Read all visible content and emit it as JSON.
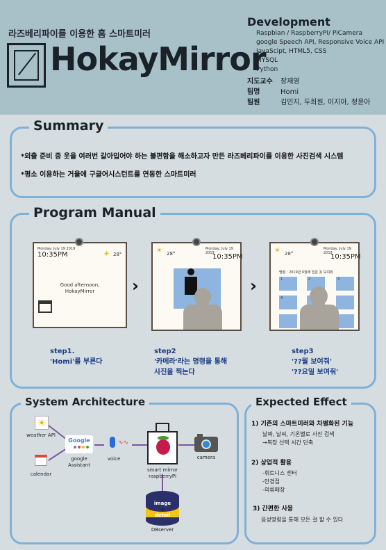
{
  "header": {
    "subtitle": "라즈베리파이를 이용한 홈 스마트미러",
    "title": "HokayMirror",
    "development_title": "Development",
    "development_items": [
      "Raspbian / RaspberryPI/ PiCamera",
      "google Speech API, Responsive Voice API",
      "JavaScipt, HTML5, CSS",
      "MYSQL",
      "Python"
    ],
    "team": [
      {
        "role": "지도교수",
        "name": "장재영"
      },
      {
        "role": "팀명",
        "name": "Homi"
      },
      {
        "role": "팀원",
        "name": "김민지, 두희원, 이지아, 정윤아"
      }
    ]
  },
  "summary": {
    "title": "Summary",
    "lines": [
      "*외출 준비 중 옷을 여러번 갈아입어야 하는 불편함을 해소하고자 만든 라즈베리파이를 이용한 사진검색 시스템",
      "*평소 이용하는 거울에 구글어시스턴트를 연동한 스마트미러"
    ]
  },
  "manual": {
    "title": "Program Manual",
    "panel1": {
      "date": "Monday, July 19 2019",
      "time": "10:35PM",
      "temp": "28°",
      "greeting1": "Good afternoon,",
      "greeting2": "HokayMirror"
    },
    "panel2": {
      "date": "Monday, July 19 2019",
      "time": "10:35PM",
      "temp": "28°"
    },
    "panel3": {
      "date": "Monday, July 19 2019",
      "time": "10:35PM",
      "temp": "28°",
      "caption": "명령 : 2019년 6월에 입은 옷 보여줘",
      "nums": [
        "1",
        "2",
        "3",
        "4"
      ]
    },
    "steps": [
      {
        "line1": "step1.",
        "line2": "'Homi'를 부른다",
        "line3": ""
      },
      {
        "line1": "step2",
        "line2": "'카메라'라는 명령을 통해",
        "line3": "사진을 찍는다"
      },
      {
        "line1": "step3",
        "line2": "'??월 보여줘'",
        "line3": "'??요일 보여줘'"
      }
    ],
    "arrow": "›"
  },
  "architecture": {
    "title": "System Architecture",
    "weather": "weather API",
    "calendar": "calendar",
    "google_logo": "Google",
    "google1": "google",
    "google2": "Assistant",
    "voice": "voice",
    "mirror1": "smart mirror",
    "mirror2": "raspberryPi",
    "camera": "camera",
    "db_image": "image",
    "db_plus": "+",
    "db_detail": "detail",
    "db": "DBserver"
  },
  "effect": {
    "title": "Expected Effect",
    "items": [
      {
        "head": "1) 기존의 스마트미러와 차별화된 기능",
        "lines": [
          "날짜, 날씨, 기온별로 사진 검색",
          "→복장 선택 시간 단축"
        ]
      },
      {
        "head": "2) 상업적 활용",
        "lines": [
          "-휘트니스 센터",
          "-안경점",
          "-의류매장"
        ]
      },
      {
        "head": "3) 간편한 사용",
        "lines": [
          "음성명령을 통해 모든 걸 할 수 있다"
        ]
      }
    ]
  },
  "colors": {
    "header_bg": "#a8c0c8",
    "page_bg": "#d6dde0",
    "box_border": "#7fb0d8",
    "step_text": "#1b3e86"
  }
}
